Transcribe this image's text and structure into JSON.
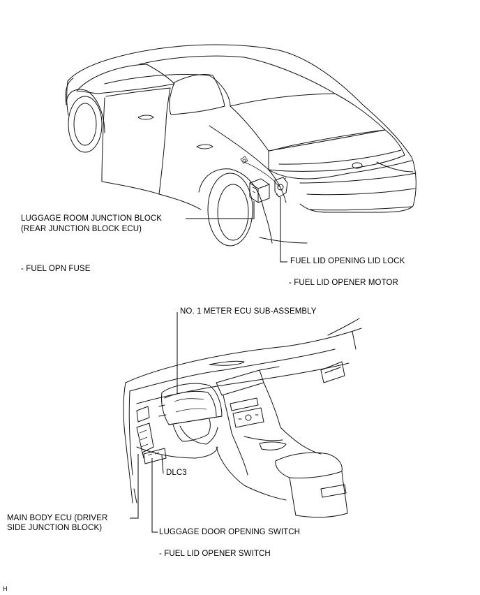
{
  "labels": {
    "luggage_jb_line1": "LUGGAGE ROOM JUNCTION BLOCK",
    "luggage_jb_line2": "(REAR JUNCTION BLOCK ECU)",
    "fuel_opn_fuse": "- FUEL OPN FUSE",
    "fuel_lid_lock": "FUEL LID OPENING LID LOCK",
    "fuel_lid_motor": "- FUEL LID OPENER MOTOR",
    "meter_ecu": "NO. 1 METER ECU SUB-ASSEMBLY",
    "dlc3": "DLC3",
    "main_body_ecu_line1": "MAIN BODY ECU (DRIVER",
    "main_body_ecu_line2": "SIDE JUNCTION BLOCK)",
    "luggage_door_switch": "LUGGAGE DOOR OPENING SWITCH",
    "fuel_lid_switch": "- FUEL LID OPENER SWITCH",
    "corner_mark": "H"
  },
  "icons": [
    "car-rear-illustration",
    "dashboard-illustration",
    "junction-block-icon",
    "fuel-lid-lock-icon",
    "meter-ecu-icon",
    "main-body-ecu-icon"
  ],
  "colors": {
    "line": "#000000",
    "background": "#ffffff"
  }
}
